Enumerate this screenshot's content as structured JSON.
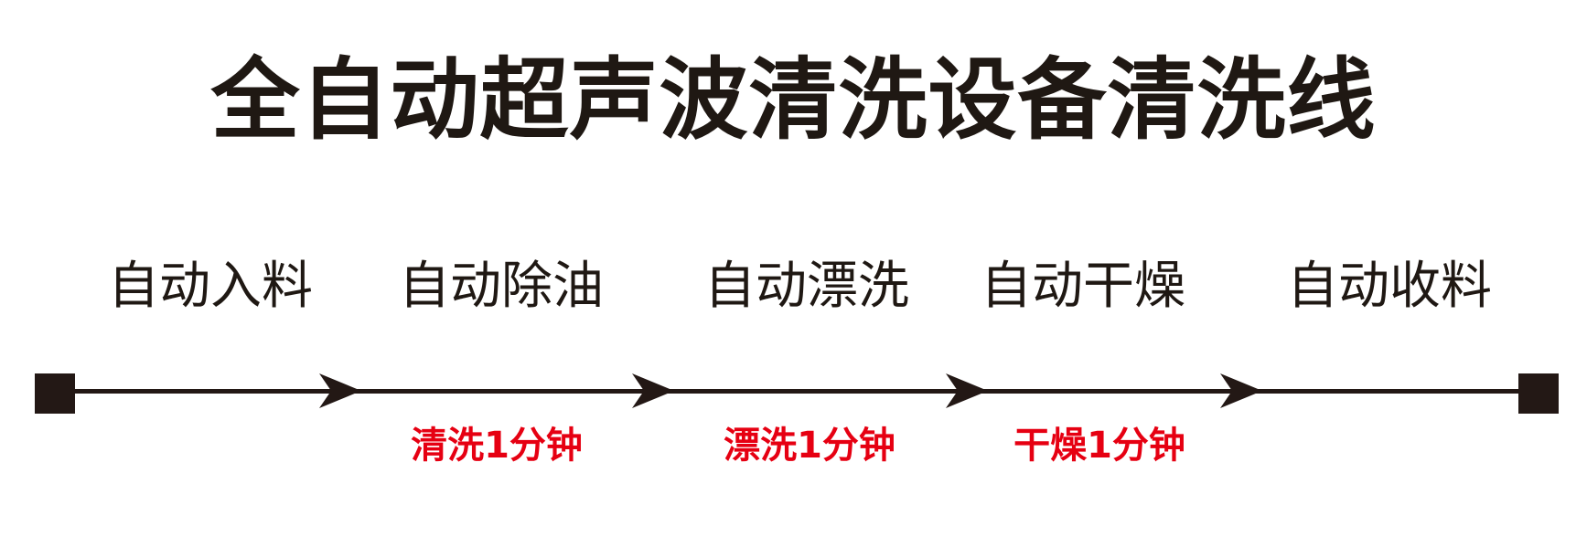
{
  "page": {
    "title": "全自动超声波清洗设备清洗线",
    "background": "#ffffff"
  },
  "colors": {
    "ink": "#231815",
    "text": "#1f1813",
    "accent_red": "#e60012"
  },
  "timeline": {
    "stages": [
      {
        "label": "自动入料"
      },
      {
        "label": "自动除油"
      },
      {
        "label": "自动漂洗"
      },
      {
        "label": "自动干燥"
      },
      {
        "label": "自动收料"
      }
    ],
    "durations": [
      {
        "label": "清洗1分钟"
      },
      {
        "label": "漂洗1分钟"
      },
      {
        "label": "干燥1分钟"
      }
    ]
  }
}
